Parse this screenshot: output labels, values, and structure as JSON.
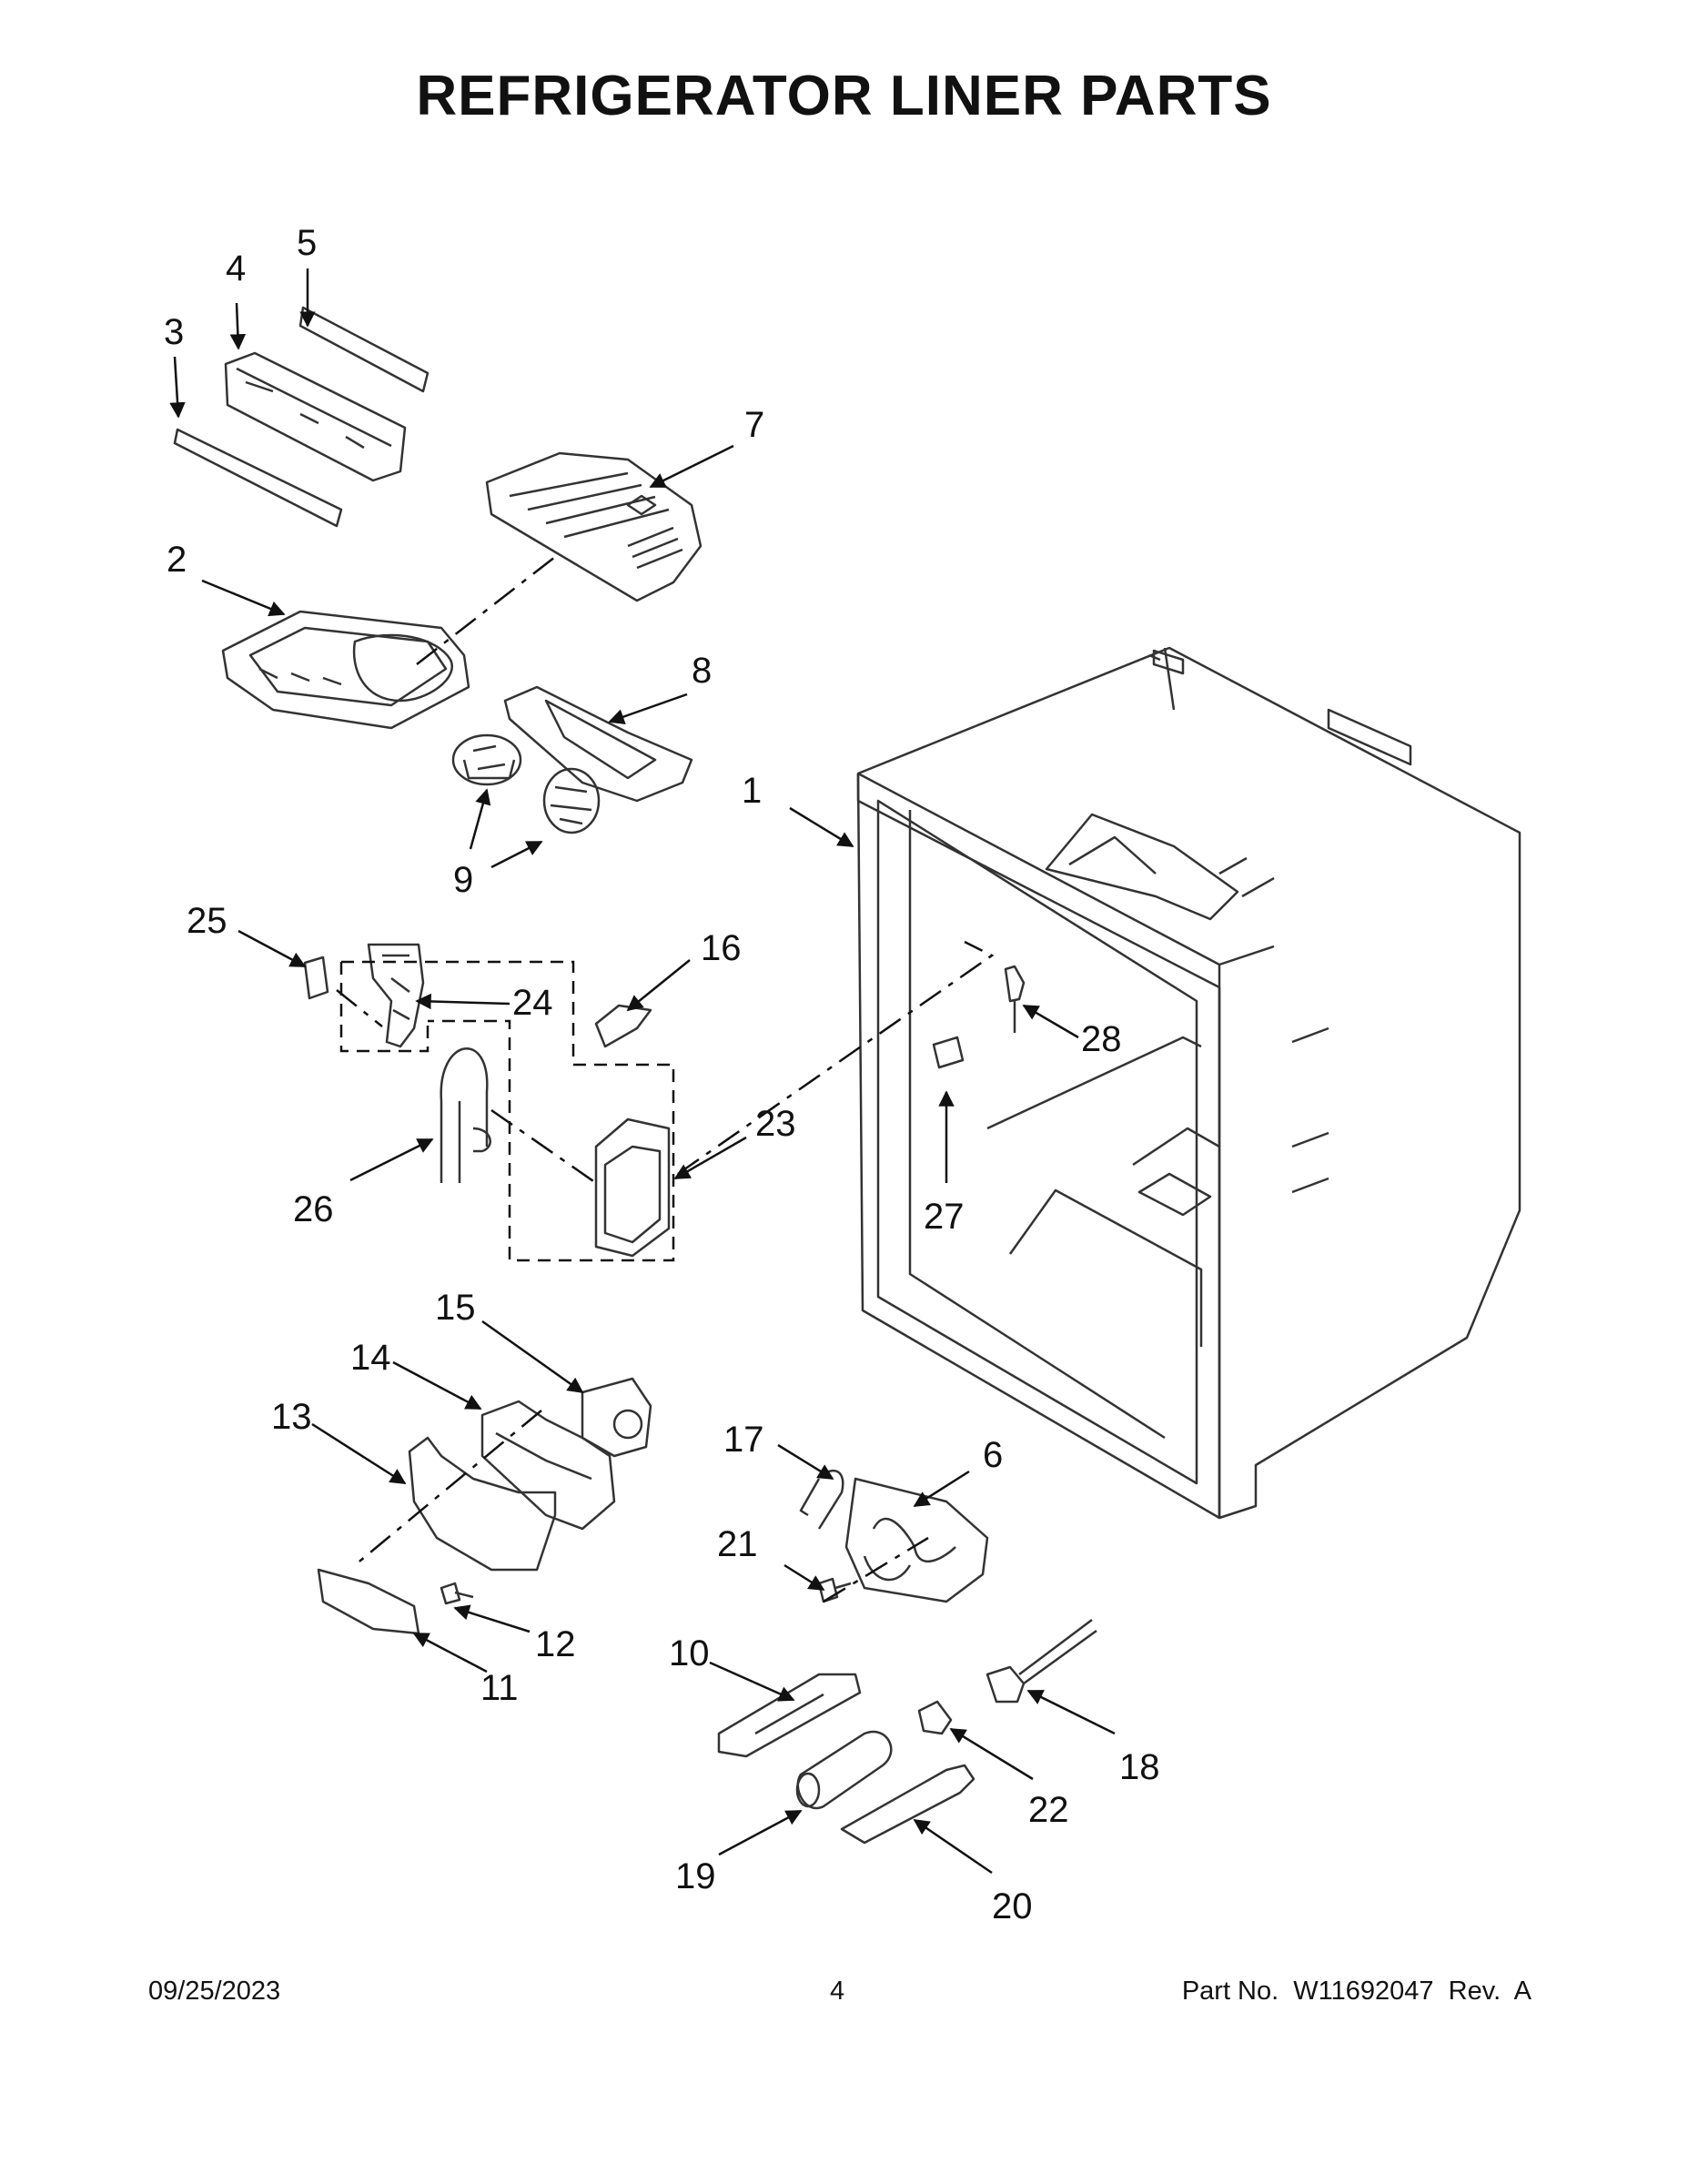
{
  "title": "REFRIGERATOR LINER PARTS",
  "footer": {
    "date": "09/25/2023",
    "page": "4",
    "part": "Part No.  W11692047  Rev.  A"
  },
  "callouts": [
    "1",
    "2",
    "3",
    "4",
    "5",
    "6",
    "7",
    "8",
    "9",
    "10",
    "11",
    "12",
    "13",
    "14",
    "15",
    "16",
    "17",
    "18",
    "19",
    "20",
    "21",
    "22",
    "23",
    "24",
    "25",
    "26",
    "27",
    "28"
  ]
}
